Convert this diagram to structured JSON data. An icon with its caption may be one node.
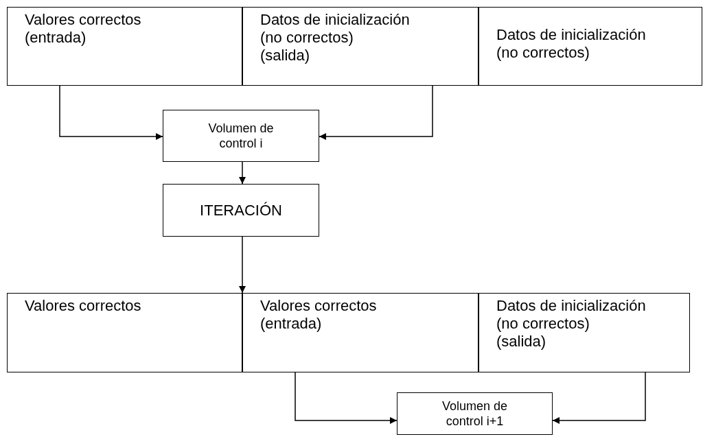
{
  "diagram": {
    "nodes": [
      {
        "text": [
          "Valores correctos",
          "(entrada)"
        ]
      },
      {
        "text": [
          "Datos de inicialización",
          "(no correctos)",
          "(salida)"
        ]
      },
      {
        "text": [
          "Datos de inicialización",
          "(no correctos)"
        ]
      },
      {
        "text": [
          "Volumen de control i"
        ]
      },
      {
        "text": [
          "ITERACIÓN"
        ]
      },
      {
        "text": [
          "Valores correctos"
        ]
      },
      {
        "text": [
          "Valores correctos",
          "(entrada)"
        ]
      },
      {
        "text": [
          "Datos de inicialización",
          "(no correctos)",
          "(salida)"
        ]
      },
      {
        "text": [
          "Volumen de control i+1"
        ]
      }
    ],
    "edges": [
      {
        "from": 0,
        "to": 3,
        "arrow": "to"
      },
      {
        "from": 1,
        "to": 3,
        "arrow": "to"
      },
      {
        "from": 3,
        "to": 4,
        "arrow": "to"
      },
      {
        "from": 4,
        "to": 6,
        "arrow": "to"
      },
      {
        "from": 6,
        "to": 8,
        "arrow": "to"
      },
      {
        "from": 7,
        "to": 8,
        "arrow": "to"
      }
    ]
  }
}
